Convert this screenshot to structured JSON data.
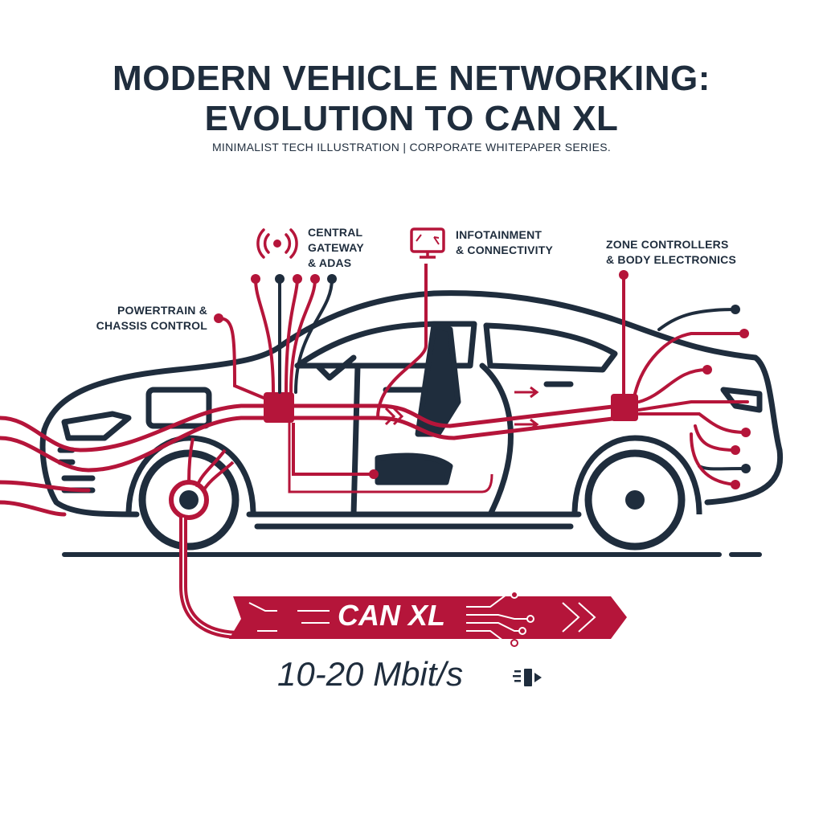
{
  "header": {
    "title_line1": "MODERN VEHICLE NETWORKING:",
    "title_line2": "EVOLUTION TO CAN XL",
    "subtitle": "MINIMALIST TECH ILLUSTRATION | CORPORATE WHITEPAPER SERIES."
  },
  "labels": {
    "powertrain": [
      "POWERTRAIN &",
      "CHASSIS CONTROL"
    ],
    "gateway": [
      "CENTRAL",
      "GATEWAY",
      "& ADAS"
    ],
    "infotainment": [
      "INFOTAINMENT",
      "& CONNECTIVITY"
    ],
    "zone": [
      "ZONE CONTROLLERS",
      "& BODY ELECTRONICS"
    ]
  },
  "icons": {
    "gateway": "wireless-signal-icon",
    "infotainment": "monitor-cursor-icon",
    "speed": "connector-plug-icon"
  },
  "banner": {
    "label": "CAN XL",
    "speed": "10-20 Mbit/s"
  },
  "colors": {
    "navy": "#1f2d3d",
    "crimson": "#b5153a",
    "background": "#ffffff"
  }
}
